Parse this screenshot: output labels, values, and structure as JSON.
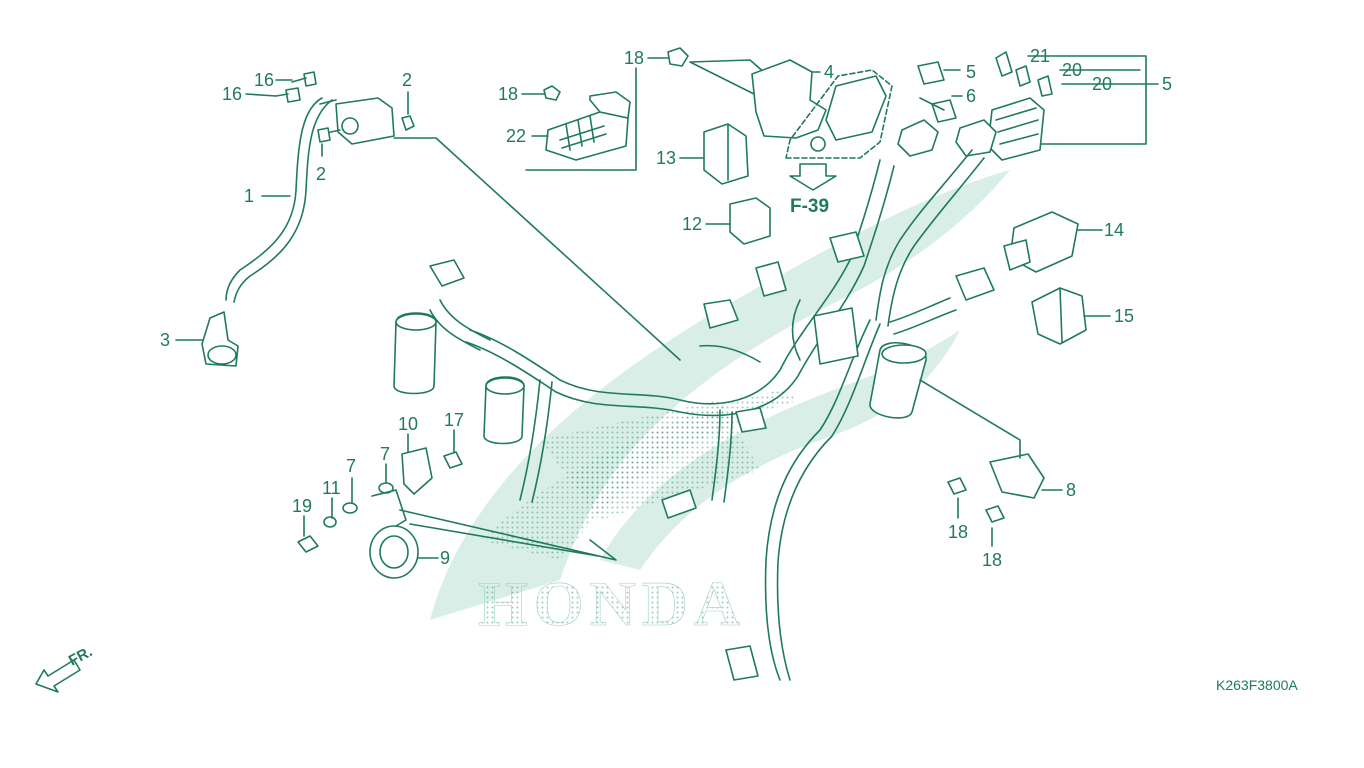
{
  "diagram": {
    "brand_watermark": "HONDA",
    "reference_label": "F-39",
    "drawing_code": "K263F3800A",
    "front_indicator": "FR.",
    "colors": {
      "line": "#1f7a5e",
      "part_fill": "#ffffff",
      "watermark": "#d4ece4",
      "dots": "#2a8a6a"
    },
    "callouts": [
      {
        "id": "c1",
        "text": "1"
      },
      {
        "id": "c2a",
        "text": "2"
      },
      {
        "id": "c2b",
        "text": "2"
      },
      {
        "id": "c3",
        "text": "3"
      },
      {
        "id": "c4",
        "text": "4"
      },
      {
        "id": "c5a",
        "text": "5"
      },
      {
        "id": "c5b",
        "text": "5"
      },
      {
        "id": "c6",
        "text": "6"
      },
      {
        "id": "c7a",
        "text": "7"
      },
      {
        "id": "c7b",
        "text": "7"
      },
      {
        "id": "c8",
        "text": "8"
      },
      {
        "id": "c9",
        "text": "9"
      },
      {
        "id": "c10",
        "text": "10"
      },
      {
        "id": "c11",
        "text": "11"
      },
      {
        "id": "c12",
        "text": "12"
      },
      {
        "id": "c13",
        "text": "13"
      },
      {
        "id": "c14",
        "text": "14"
      },
      {
        "id": "c15",
        "text": "15"
      },
      {
        "id": "c16a",
        "text": "16"
      },
      {
        "id": "c16b",
        "text": "16"
      },
      {
        "id": "c17",
        "text": "17"
      },
      {
        "id": "c18a",
        "text": "18"
      },
      {
        "id": "c18b",
        "text": "18"
      },
      {
        "id": "c18c",
        "text": "18"
      },
      {
        "id": "c18d",
        "text": "18"
      },
      {
        "id": "c19",
        "text": "19"
      },
      {
        "id": "c20a",
        "text": "20"
      },
      {
        "id": "c20b",
        "text": "20"
      },
      {
        "id": "c21",
        "text": "21"
      },
      {
        "id": "c22",
        "text": "22"
      }
    ]
  }
}
